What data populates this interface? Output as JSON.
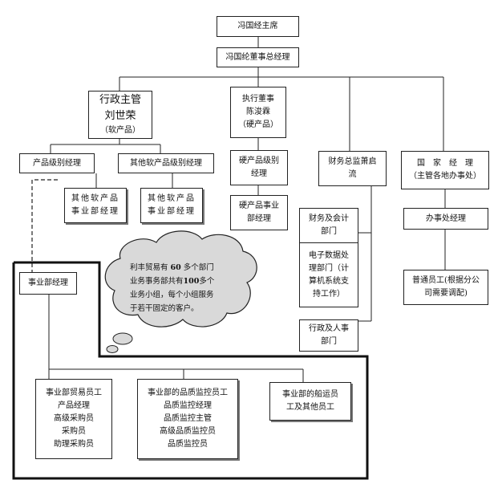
{
  "nodes": {
    "chairman": "冯国经主席",
    "ceo": "冯国纶董事总经理",
    "admin_head": [
      "行政主管",
      "刘世荣",
      "（软产品）"
    ],
    "exec_director": [
      "执行董事",
      "陈浚霖",
      "（硬产品）"
    ],
    "finance_head": [
      "财务总监萧启",
      "流"
    ],
    "country_manager": [
      "国　家　经　理",
      "（主管各地办事处）"
    ],
    "product_mgr": "产品级别经理",
    "other_soft_mgr": "其他软产品级别经理",
    "soft_div_1": [
      "其他软产品",
      "事业部经理"
    ],
    "soft_div_2": [
      "其他软产品",
      "事业部经理"
    ],
    "hard_product_mgr": [
      "硬产品级别",
      "经理"
    ],
    "hard_div_mgr": [
      "硬产品事业",
      "部经理"
    ],
    "finance_group": {
      "accounting": [
        "财务及会计",
        "部门"
      ],
      "edp": [
        "电子数据处",
        "理部门（计",
        "算机系统支",
        "持工作）"
      ]
    },
    "hr": [
      "行政及人事",
      "部门"
    ],
    "office_mgr": "办事处经理",
    "general_staff": [
      "普通员工(根据分公",
      "司需要调配)"
    ],
    "division_mgr": "事业部经理",
    "trade_staff": [
      "事业部贸易员工",
      "产品经理",
      "高级采购员",
      "采购员",
      "助理采购员"
    ],
    "qc_staff": [
      "事业部的品质监控员工",
      "品质监控经理",
      "品质监控主管",
      "高级品质监控员",
      "品质监控员"
    ],
    "shipping_staff": [
      "事业部的船运员",
      "工及其他员工"
    ]
  },
  "callout": {
    "lines": [
      [
        "利丰贸易有 ",
        "60",
        " 多个部门"
      ],
      [
        "业务事务部共有",
        "100",
        "多个"
      ],
      [
        "业务小组，每个小组服务",
        "",
        ""
      ],
      [
        "于若干固定的客户。",
        "",
        ""
      ]
    ]
  }
}
